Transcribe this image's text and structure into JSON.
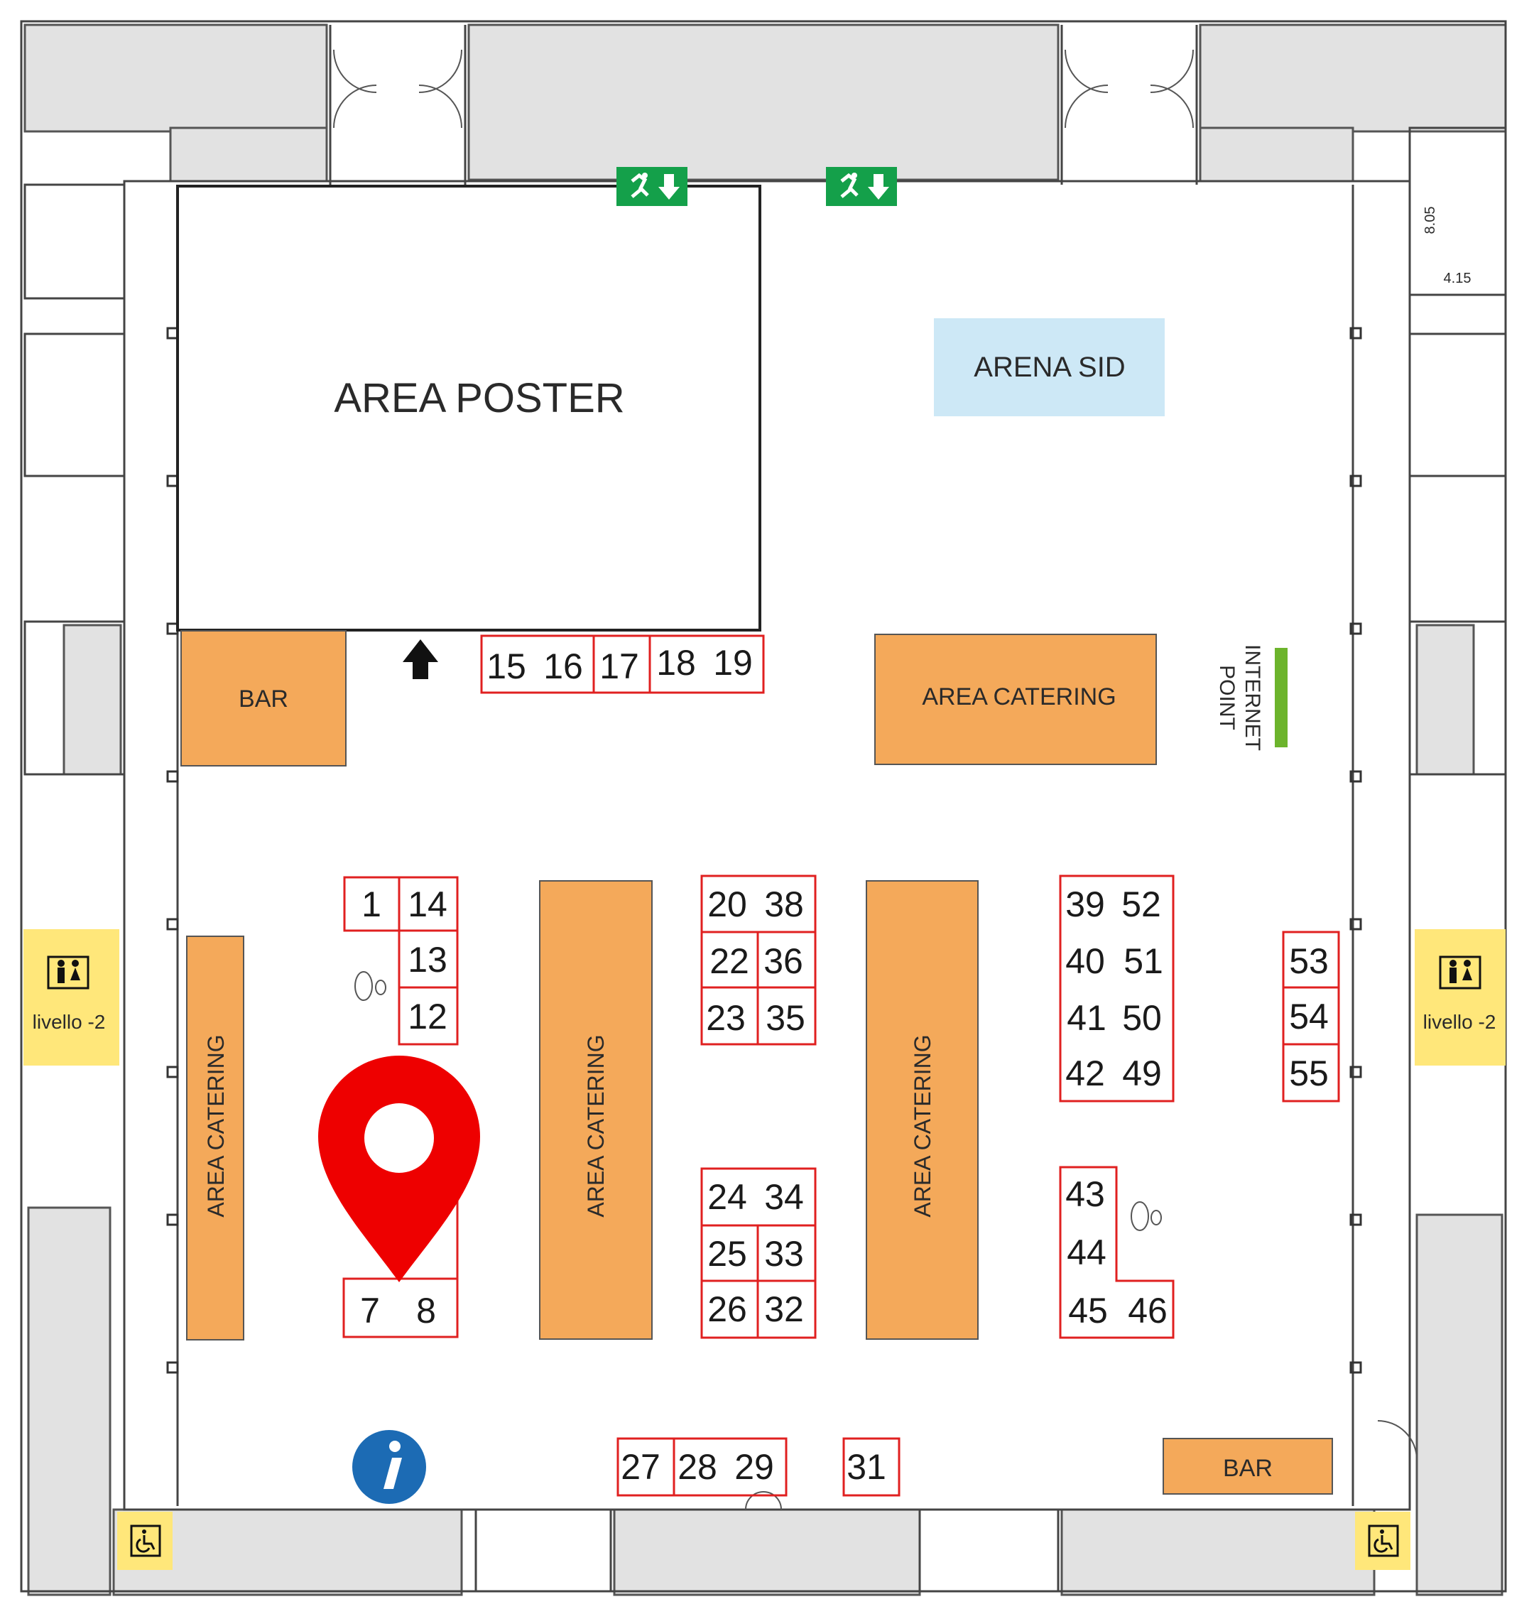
{
  "zones": {
    "area_poster": "AREA POSTER",
    "arena_sid": "ARENA SID",
    "bar_left": "BAR",
    "bar_right": "BAR",
    "catering_top": "AREA CATERING",
    "catering_left": "AREA CATERING",
    "catering_mid": "AREA CATERING",
    "catering_right": "AREA CATERING",
    "internet_line1": "INTERNET",
    "internet_line2": "POINT",
    "restroom_left": "livello -2",
    "restroom_right": "livello -2"
  },
  "stands": [
    "1",
    "14",
    "13",
    "12",
    "7",
    "8",
    "15",
    "16",
    "17",
    "18",
    "19",
    "20",
    "38",
    "22",
    "36",
    "23",
    "35",
    "24",
    "34",
    "25",
    "33",
    "26",
    "32",
    "27",
    "28",
    "29",
    "31",
    "39",
    "52",
    "40",
    "51",
    "41",
    "50",
    "42",
    "49",
    "43",
    "44",
    "45",
    "46",
    "53",
    "54",
    "55"
  ],
  "dimensions": {
    "d1": "8.05",
    "d2": "4.15"
  },
  "colors": {
    "catering": "#F4A95A",
    "arena": "#CDE8F6",
    "restroom": "#FFE77A",
    "exit_sign": "#14A04A",
    "stand_border": "#E02020",
    "location_pin": "#EE0000",
    "info": "#1C6BB4",
    "internet": "#6CB42C",
    "wall": "#E0E0E0"
  },
  "icons": [
    "emergency-exit-icon",
    "restroom-icon",
    "wheelchair-icon",
    "info-icon",
    "location-pin-icon",
    "up-arrow-icon",
    "footprints-icon"
  ]
}
